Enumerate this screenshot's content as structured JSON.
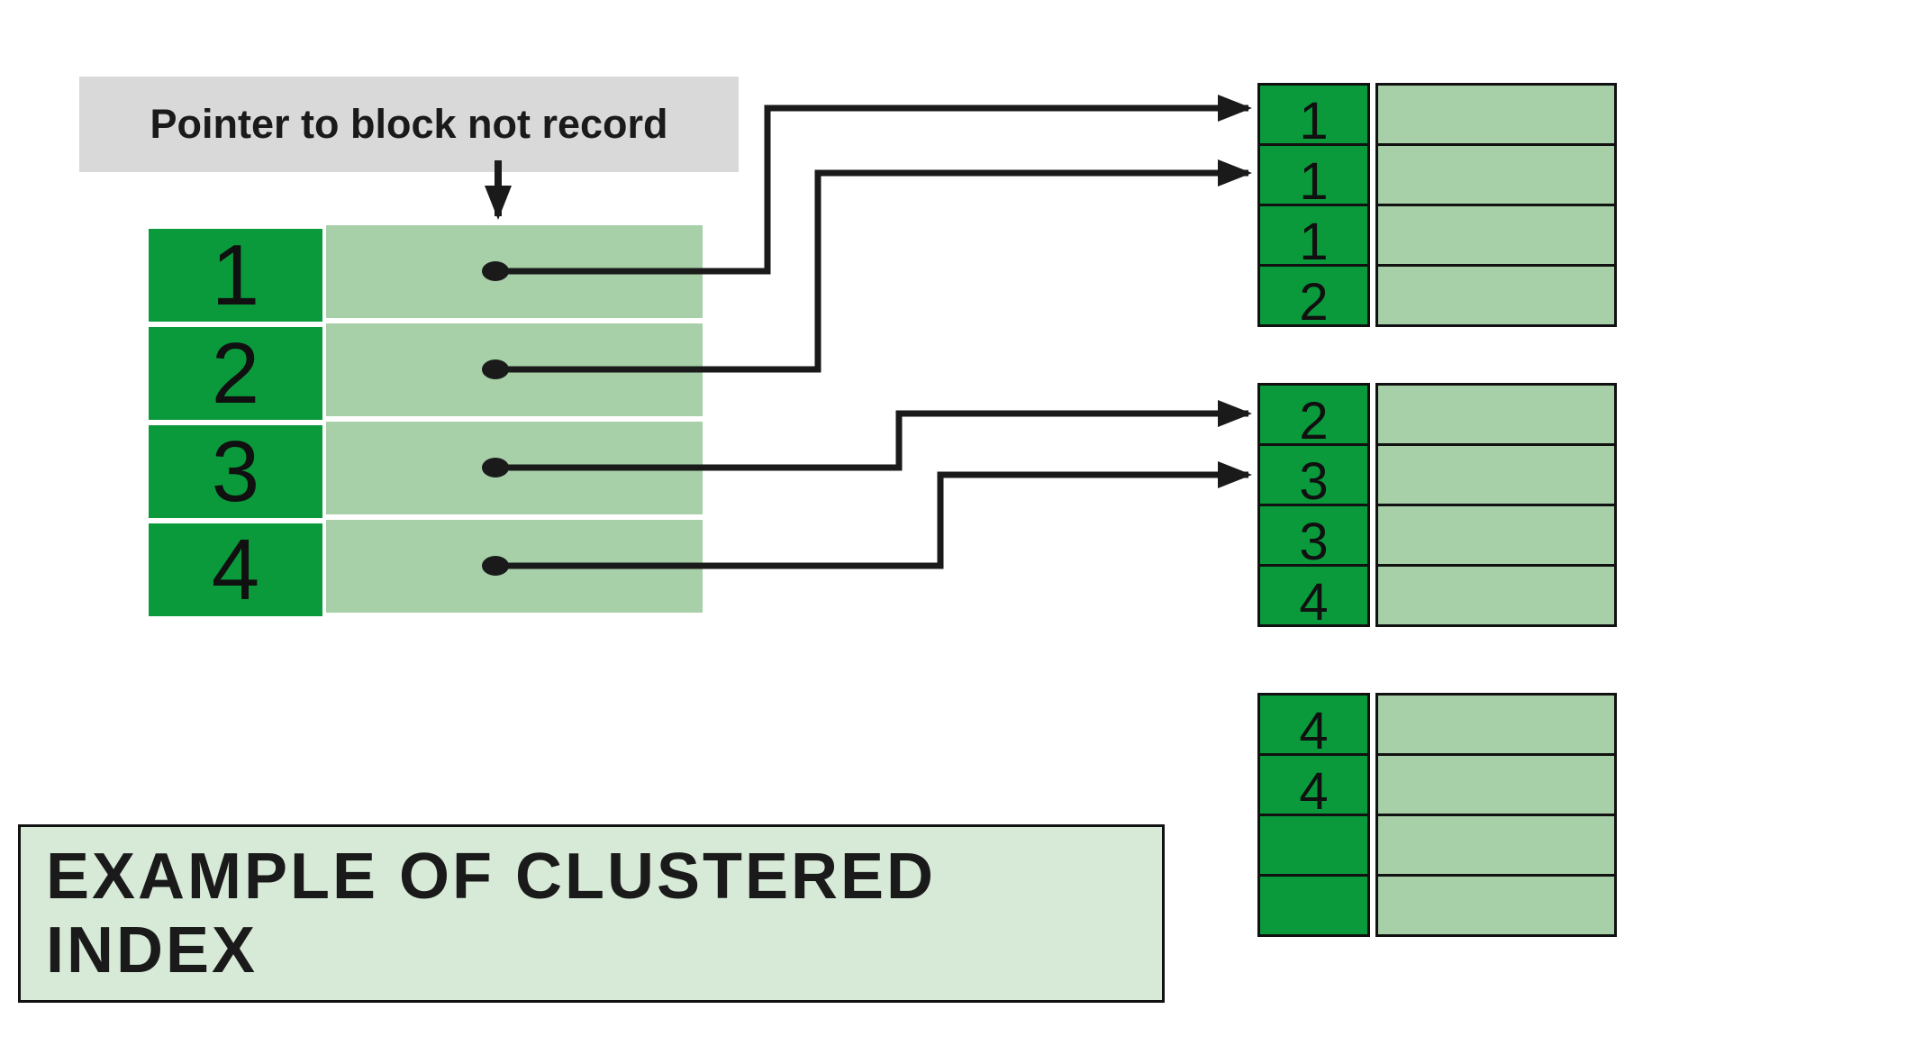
{
  "colors": {
    "key-green": "#0a9a3c",
    "cell-green": "#a7cfa8",
    "caption-green": "#d7ead7",
    "note-gray": "#d9d9d9",
    "ink": "#1a1a1a"
  },
  "note": {
    "text": "Pointer to block not record"
  },
  "index_table": {
    "rows": [
      {
        "key": "1"
      },
      {
        "key": "2"
      },
      {
        "key": "3"
      },
      {
        "key": "4"
      }
    ]
  },
  "blocks": [
    {
      "name": "data-block-1",
      "keys": [
        "1",
        "1",
        "1",
        "2"
      ]
    },
    {
      "name": "data-block-2",
      "keys": [
        "2",
        "3",
        "3",
        "4"
      ]
    },
    {
      "name": "data-block-3",
      "keys": [
        "4",
        "4",
        "",
        ""
      ]
    }
  ],
  "links": [
    {
      "from": "index-row-1",
      "to": "block-1-row-1"
    },
    {
      "from": "index-row-2",
      "to": "block-1-row-2"
    },
    {
      "from": "index-row-3",
      "to": "block-2-row-1"
    },
    {
      "from": "index-row-4",
      "to": "block-2-row-2"
    }
  ],
  "caption": {
    "text": "EXAMPLE OF CLUSTERED INDEX"
  }
}
